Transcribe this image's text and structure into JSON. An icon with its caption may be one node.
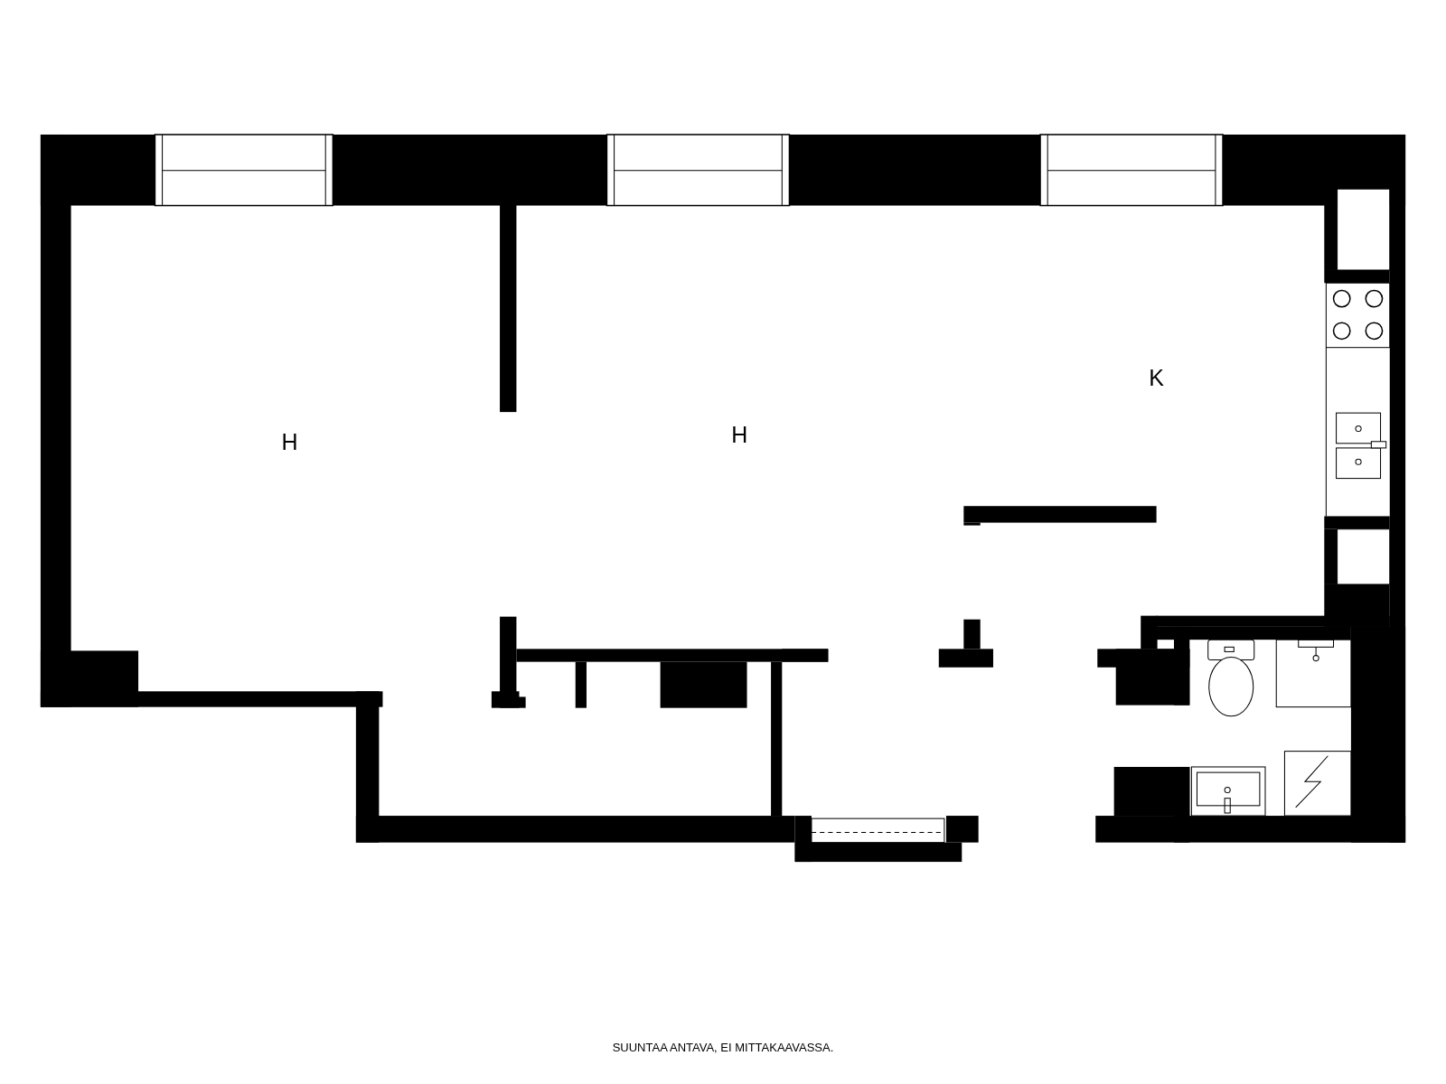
{
  "diagram": {
    "labels": [
      "H",
      "H",
      "K",
      "SUUNTAA ANTAVA, EI MITTAKAAVASSA."
    ]
  }
}
